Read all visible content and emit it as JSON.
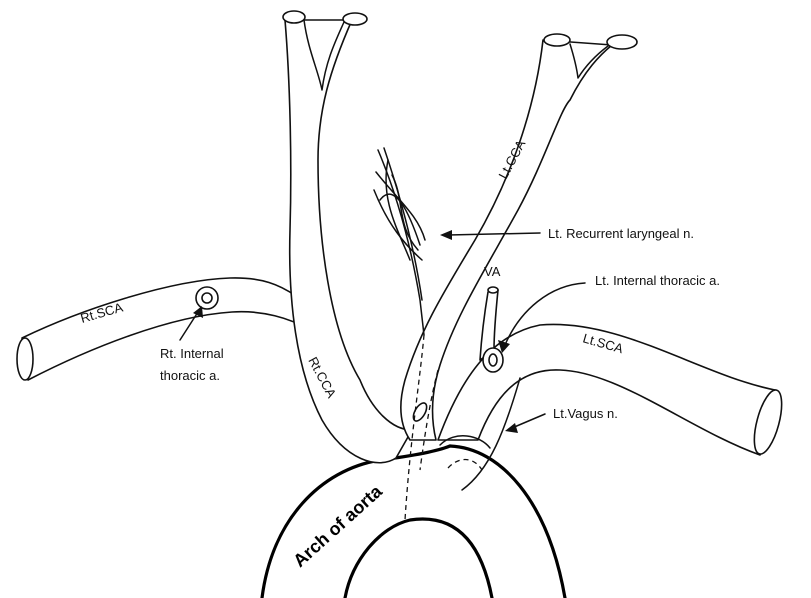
{
  "labels": {
    "rt_sca": "Rt.SCA",
    "rt_internal_thoracic_line1": "Rt. Internal",
    "rt_internal_thoracic_line2": "thoracic a.",
    "rt_cca": "Rt.CCA",
    "lt_cca": "Lt.CCA",
    "lt_recurrent_laryngeal": "Lt. Recurrent  laryngeal n.",
    "va": "VA",
    "lt_internal_thoracic": "Lt. Internal  thoracic a.",
    "lt_sca": "Lt.SCA",
    "lt_vagus": "Lt.Vagus n.",
    "arch_of_aorta": "Arch of aorta"
  }
}
